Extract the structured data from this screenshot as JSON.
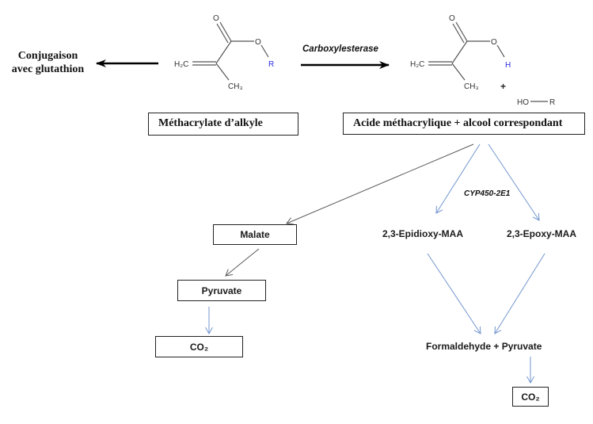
{
  "colors": {
    "arrow_black": "#000000",
    "arrow_grey": "#5a5a5a",
    "arrow_blue": "#7396cf",
    "bond": "#555555",
    "substituent": "#2a2ae0"
  },
  "side_reaction": {
    "line1": "Conjugaison",
    "line2": "avec glutathion"
  },
  "hydrolysis_enzyme": "Carboxylesterase",
  "reactant": {
    "label": "Méthacrylate d’alkyle",
    "atoms": {
      "carbonyl_o": "O",
      "ester_o": "O",
      "substituent": "R",
      "methylene": "H₂C",
      "methyl": "CH₃"
    }
  },
  "products": {
    "label": "Acide méthacrylique + alcool correspondant",
    "acid_atoms": {
      "carbonyl_o": "O",
      "hydroxyl_o": "O",
      "hydrogen": "H",
      "methylene": "H₂C",
      "methyl": "CH₃"
    },
    "plus": "+",
    "alcohol": {
      "ho": "HO",
      "r": "R"
    }
  },
  "oxidation_enzyme": "CYP450-2E1",
  "pathway_left": {
    "malate": "Malate",
    "pyruvate": "Pyruvate",
    "co2": "CO₂"
  },
  "pathway_right": {
    "epidioxy": "2,3-Epidioxy-MAA",
    "epoxy": "2,3-Epoxy-MAA",
    "products": "Formaldehyde + Pyruvate",
    "co2": "CO₂"
  }
}
